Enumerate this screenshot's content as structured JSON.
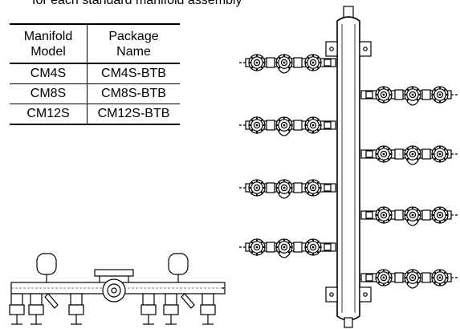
{
  "caption": "for each standard manifold assembly",
  "table": {
    "headers": [
      [
        "Manifold",
        "Model"
      ],
      [
        "Package",
        "Name"
      ]
    ],
    "rows": [
      [
        "CM4S",
        "CM4S-BTB"
      ],
      [
        "CM8S",
        "CM8S-BTB"
      ],
      [
        "CM12S",
        "CM12S-BTB"
      ]
    ]
  }
}
